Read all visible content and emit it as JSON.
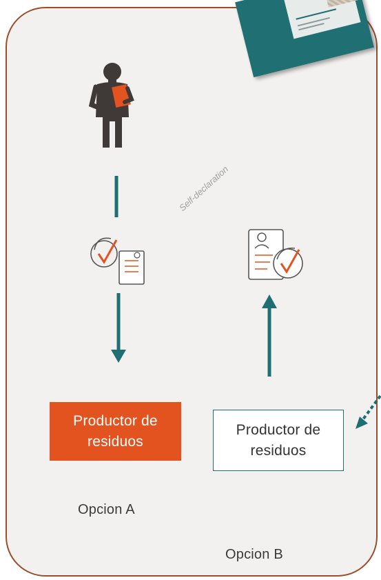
{
  "diagram": {
    "edge_label": "Self-declaration",
    "nodes": {
      "option_a_node": "Productor de residuos",
      "option_b_node": "Productor de residuos"
    },
    "options": {
      "a": "Opcion A",
      "b": "Opcion B"
    }
  },
  "colors": {
    "teal": "#1e6e73",
    "orange": "#e2531f",
    "border_brown": "#9b4d2a",
    "figure_gray": "#3f3a37"
  },
  "icons": [
    "person-with-document-icon",
    "eco-certificate-icon",
    "self-declaration-form-icon",
    "book-cover-image"
  ]
}
